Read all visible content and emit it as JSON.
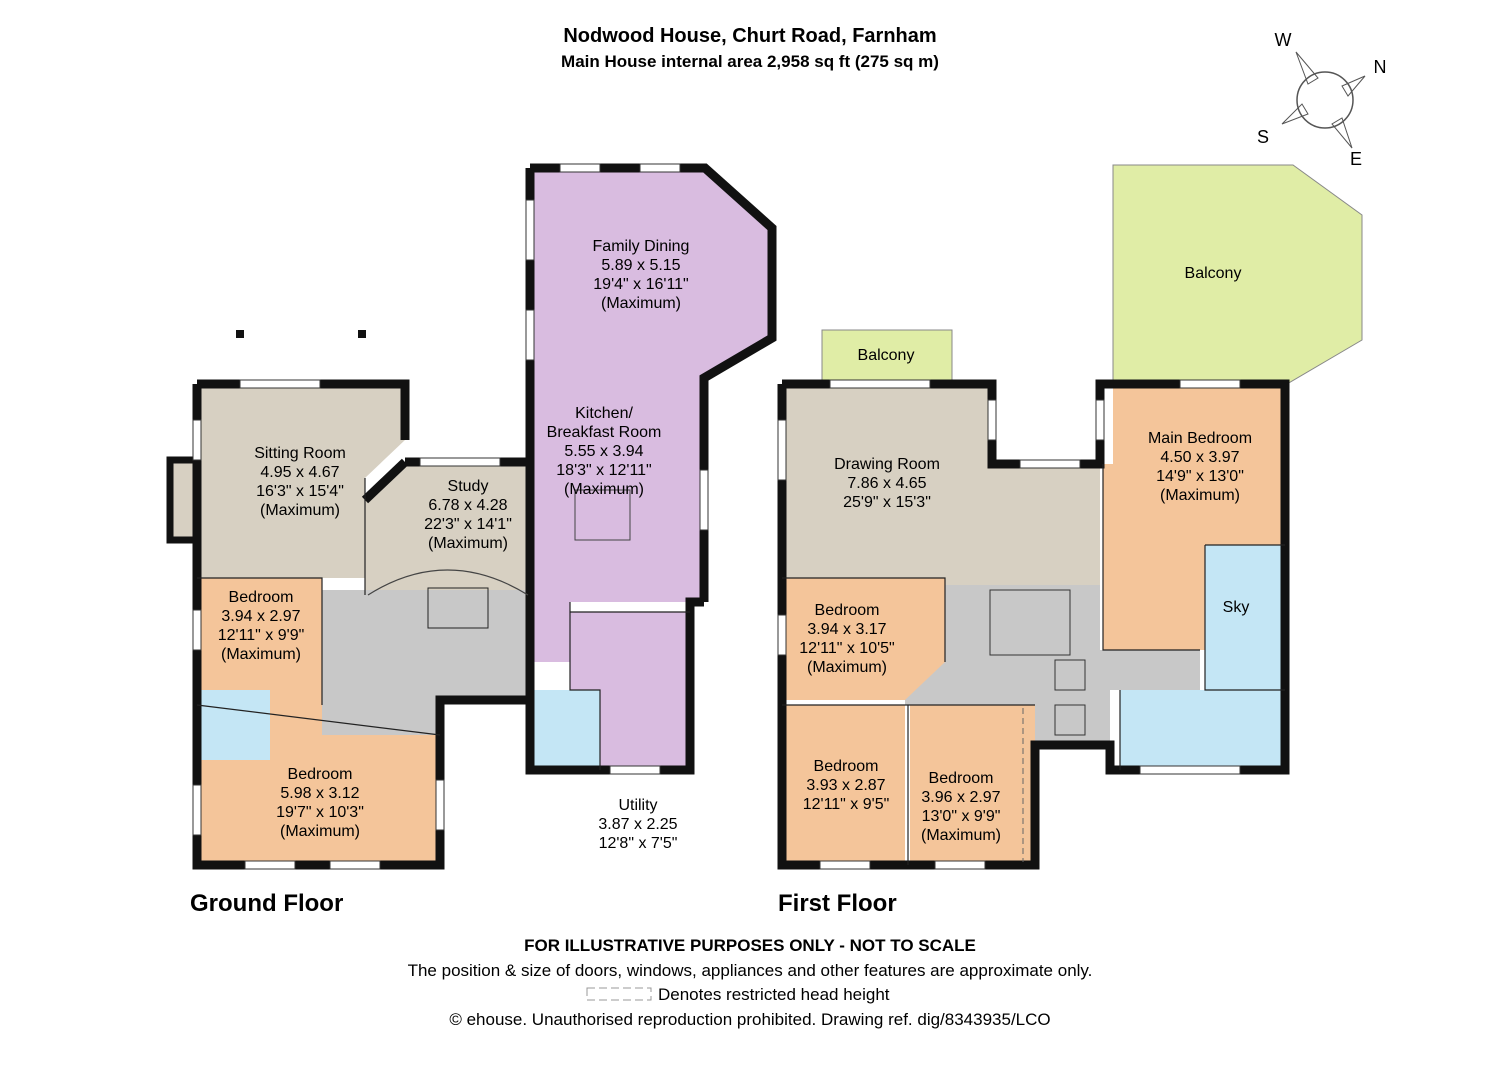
{
  "header": {
    "title": "Nodwood House, Churt Road, Farnham",
    "subtitle": "Main House internal area 2,958 sq ft (275 sq m)"
  },
  "compass": {
    "n": "N",
    "s": "S",
    "e": "E",
    "w": "W"
  },
  "floors": {
    "ground": "Ground Floor",
    "first": "First Floor"
  },
  "rooms": {
    "family_dining": [
      "Family Dining",
      "5.89 x 5.15",
      "19'4\" x 16'11\"",
      "(Maximum)"
    ],
    "kitchen": [
      "Kitchen/",
      "Breakfast Room",
      "5.55 x 3.94",
      "18'3\" x 12'11\"",
      "(Maximum)"
    ],
    "sitting": [
      "Sitting Room",
      "4.95 x 4.67",
      "16'3\" x 15'4\"",
      "(Maximum)"
    ],
    "study": [
      "Study",
      "6.78 x 4.28",
      "22'3\" x 14'1\"",
      "(Maximum)"
    ],
    "gf_bedroom_small": [
      "Bedroom",
      "3.94 x 2.97",
      "12'11\" x 9'9\"",
      "(Maximum)"
    ],
    "gf_bedroom_large": [
      "Bedroom",
      "5.98 x 3.12",
      "19'7\" x 10'3\"",
      "(Maximum)"
    ],
    "utility": [
      "Utility",
      "3.87 x 2.25",
      "12'8\" x 7'5\""
    ],
    "balcony_small": [
      "Balcony"
    ],
    "balcony_large": [
      "Balcony"
    ],
    "drawing": [
      "Drawing Room",
      "7.86 x 4.65",
      "25'9\" x 15'3\""
    ],
    "main_bedroom": [
      "Main Bedroom",
      "4.50 x 3.97",
      "14'9\" x 13'0\"",
      "(Maximum)"
    ],
    "ff_bedroom_a": [
      "Bedroom",
      "3.94 x 3.17",
      "12'11\" x 10'5\"",
      "(Maximum)"
    ],
    "ff_bedroom_b": [
      "Bedroom",
      "3.93 x 2.87",
      "12'11\" x 9'5\""
    ],
    "ff_bedroom_c": [
      "Bedroom",
      "3.96 x 2.97",
      "13'0\" x 9'9\"",
      "(Maximum)"
    ],
    "sky": [
      "Sky"
    ]
  },
  "footer": {
    "line1": "FOR ILLUSTRATIVE PURPOSES ONLY - NOT TO SCALE",
    "line2": "The position & size of doors, windows, appliances and other features are approximate only.",
    "line3": "Denotes restricted head height",
    "line4": "© ehouse. Unauthorised reproduction prohibited. Drawing ref. dig/8343935/LCO"
  },
  "colors": {
    "dining_kitchen": "#d9bce0",
    "living": "#d7d0c2",
    "bedroom": "#f4c59a",
    "bathroom": "#c4e6f5",
    "hall": "#c8c8c8",
    "balcony": "#e0eda6",
    "wall": "#111111"
  }
}
